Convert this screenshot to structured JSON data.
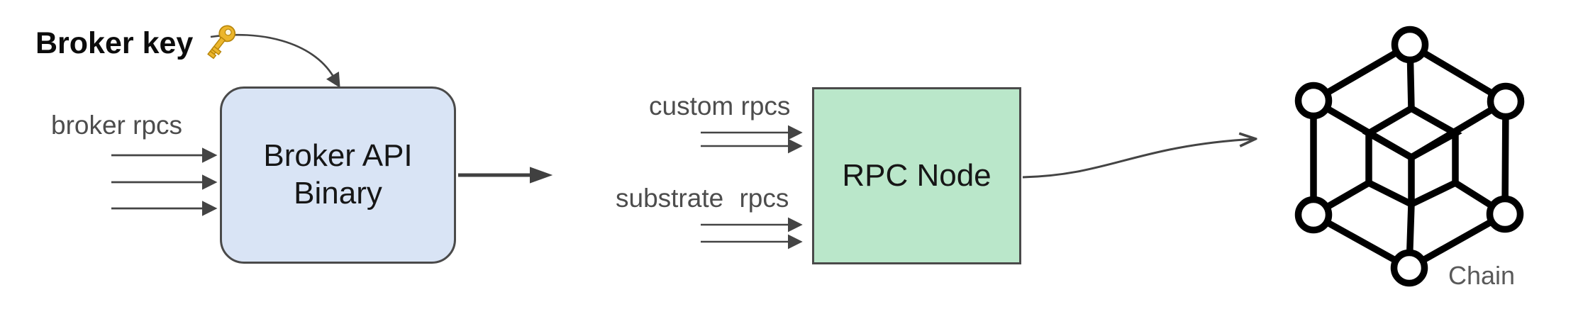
{
  "diagram": {
    "broker_key": {
      "label": "Broker key",
      "icon": "key"
    },
    "broker_inputs": {
      "label": "broker rpcs",
      "arrow_count": 3
    },
    "broker_box": {
      "title_line1": "Broker API",
      "title_line2": "Binary",
      "fill": "#d9e4f5",
      "border": "#4a4a4a"
    },
    "custom_inputs": {
      "label": "custom rpcs",
      "arrow_count": 2
    },
    "substrate_inputs": {
      "label": "substrate rpcs",
      "arrow_count": 2
    },
    "rpc_box": {
      "title": "RPC Node",
      "fill": "#bae7ca",
      "border": "#4a4a4a"
    },
    "chain": {
      "label": "Chain",
      "icon": "blockchain-cube"
    },
    "colors": {
      "line": "#444444",
      "thick_arrow": "#404040",
      "label_text": "#4d4d4d",
      "icon_black": "#000000",
      "key_gold": "#ecb62c"
    }
  }
}
